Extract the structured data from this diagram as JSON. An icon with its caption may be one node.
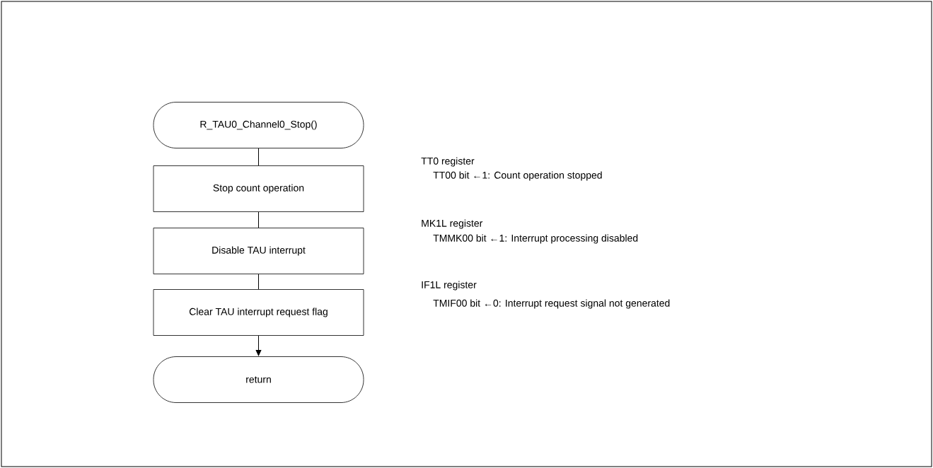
{
  "diagram": {
    "nodes": [
      {
        "text": [
          "R_TAU0_Channel0_Stop()"
        ]
      },
      {
        "text": [
          "Stop count operation"
        ],
        "beside": [
          "TT0 register",
          "TT00 bit ←1: Count operation stopped"
        ]
      },
      {
        "text": [
          "Disable TAU interrupt"
        ],
        "beside": [
          "MK1L register",
          "TMMK00 bit ←1: Interrupt processing disabled"
        ]
      },
      {
        "text": [
          "Clear TAU interrupt request flag"
        ],
        "beside": [
          "IF1L register",
          "TMIF00 bit ←0: Interrupt request signal not generated"
        ]
      },
      {
        "text": [
          "return"
        ]
      }
    ],
    "edges": [
      {
        "from": 0,
        "to": 1,
        "arrow": "none"
      },
      {
        "from": 1,
        "to": 2,
        "arrow": "none"
      },
      {
        "from": 2,
        "to": 3,
        "arrow": "none"
      },
      {
        "from": 3,
        "to": 4,
        "arrow": "to"
      }
    ]
  }
}
